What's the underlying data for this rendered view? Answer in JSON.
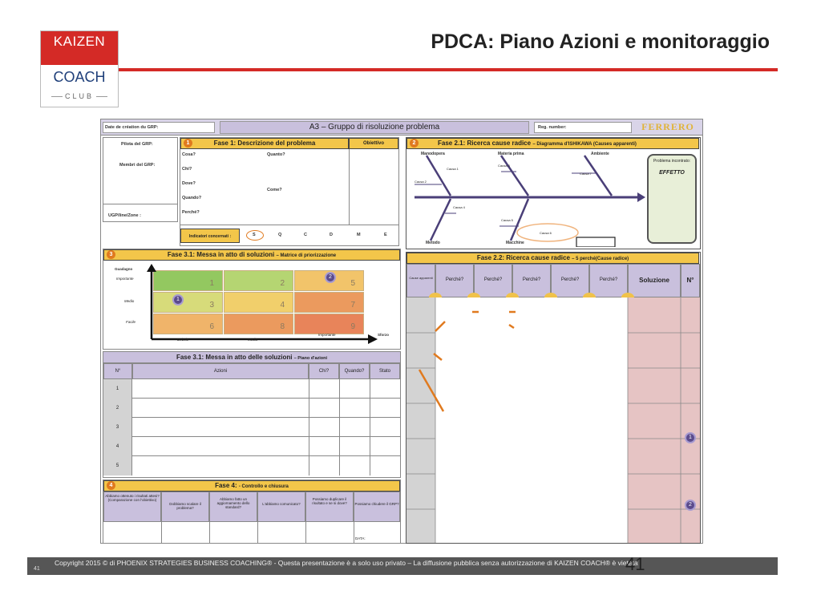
{
  "logo": {
    "line1": "KAIZEN",
    "line2": "COACH",
    "line3": "CLUB"
  },
  "slide": {
    "title": "PDCA: Piano Azioni e monitoraggio",
    "page": "41",
    "page_big": "41",
    "copyright": "Copyright 2015 © di PHOENIX STRATEGIES BUSINESS COACHING® - Questa presentazione è a solo uso privato – La diffusione pubblica senza autorizzazione di KAIZEN COACH® è vietata"
  },
  "sheet": {
    "date_label": "Date de création du GRP:",
    "title": "A3 – Gruppo di risoluzione problema",
    "reg_label": "Reg. number:",
    "brand": "FERRERO",
    "left_info": {
      "pilota": "Pilota del GRP:",
      "membri": "Membri del GRP:",
      "ugr": "UGP/line/Zone :"
    },
    "fase1": {
      "num": "1",
      "title": "Fase 1: Descrizione del problema",
      "obiettivo": "Obiettivo",
      "q": [
        "Cosa?",
        "Chi?",
        "Dove?",
        "Quando?",
        "Perché?"
      ],
      "quanto": "Quanto?",
      "come": "Come?",
      "indicatori": "Indicatori concernati :",
      "letters": [
        "S",
        "Q",
        "C",
        "D",
        "M",
        "E"
      ]
    },
    "fase21": {
      "num": "2",
      "title": "Fase 2.1: Ricerca cause radice",
      "subtitle": "– Diagramma d'ISHIKAWA (Causes apparenti)",
      "categories": [
        "Manodopera",
        "Materia prima",
        "Ambiente",
        "Metodo",
        "Macchine"
      ],
      "causes": [
        "Causa 1",
        "Causa 2",
        "Causa 3",
        "Causa 4",
        "Causa 5",
        "Causa 6",
        "Causa 7"
      ],
      "problema": "Problema incontrato:",
      "effetto": "EFFETTO"
    },
    "fase22": {
      "title": "Fase 2.2: Ricerca cause radice",
      "subtitle": "– 5 perché(Cause radice)",
      "cols": [
        "Cause apparenti",
        "Perché?",
        "Perché?",
        "Perché?",
        "Perché?",
        "Perché?",
        "Soluzione",
        "N°"
      ],
      "markers": [
        "1",
        "2"
      ]
    },
    "fase31a": {
      "num": "3",
      "title": "Fase 3.1: Messa in atto di soluzioni",
      "subtitle": "– Matrice di priorizzazione",
      "yaxis": "Guadagno",
      "ylevels": [
        "Importante",
        "Medio",
        "Facile"
      ],
      "xlevels": [
        "Debole",
        "Medio",
        "Importante"
      ],
      "xaxis": "Sforzo",
      "cells": [
        "1",
        "2",
        "5",
        "3",
        "4",
        "7",
        "6",
        "8",
        "9"
      ],
      "markers": [
        "1",
        "2"
      ],
      "colors": [
        "#93c860",
        "#b5d572",
        "#f2c46a",
        "#d7db7a",
        "#f1cf6b",
        "#eb9a5e",
        "#f0b46a",
        "#eb9a5e",
        "#e8845a"
      ]
    },
    "fase31b": {
      "title": "Fase 3.1: Messa in atto delle soluzioni",
      "subtitle": "– Piano d'azioni",
      "cols": [
        "N°",
        "Azioni",
        "Chi?",
        "Quando?",
        "Stato"
      ],
      "rows": [
        "1",
        "2",
        "3",
        "4",
        "5"
      ]
    },
    "fase4": {
      "num": "4",
      "title": "Fase 4:",
      "subtitle": "- Controllo e chiusura",
      "cols": [
        "Abbiamo ottenuto i risultati attesi?(Comparazione con l'obiettivo)",
        "Dobbiamo scalare il problema?",
        "Abbiamo fatto un aggiornamento dello standard?",
        "L'abbiamo comunicato?",
        "Possiamo duplicare il risultato e se si dove?",
        "Possiamo chiudere il GRP?"
      ],
      "date": "DATA:"
    }
  }
}
